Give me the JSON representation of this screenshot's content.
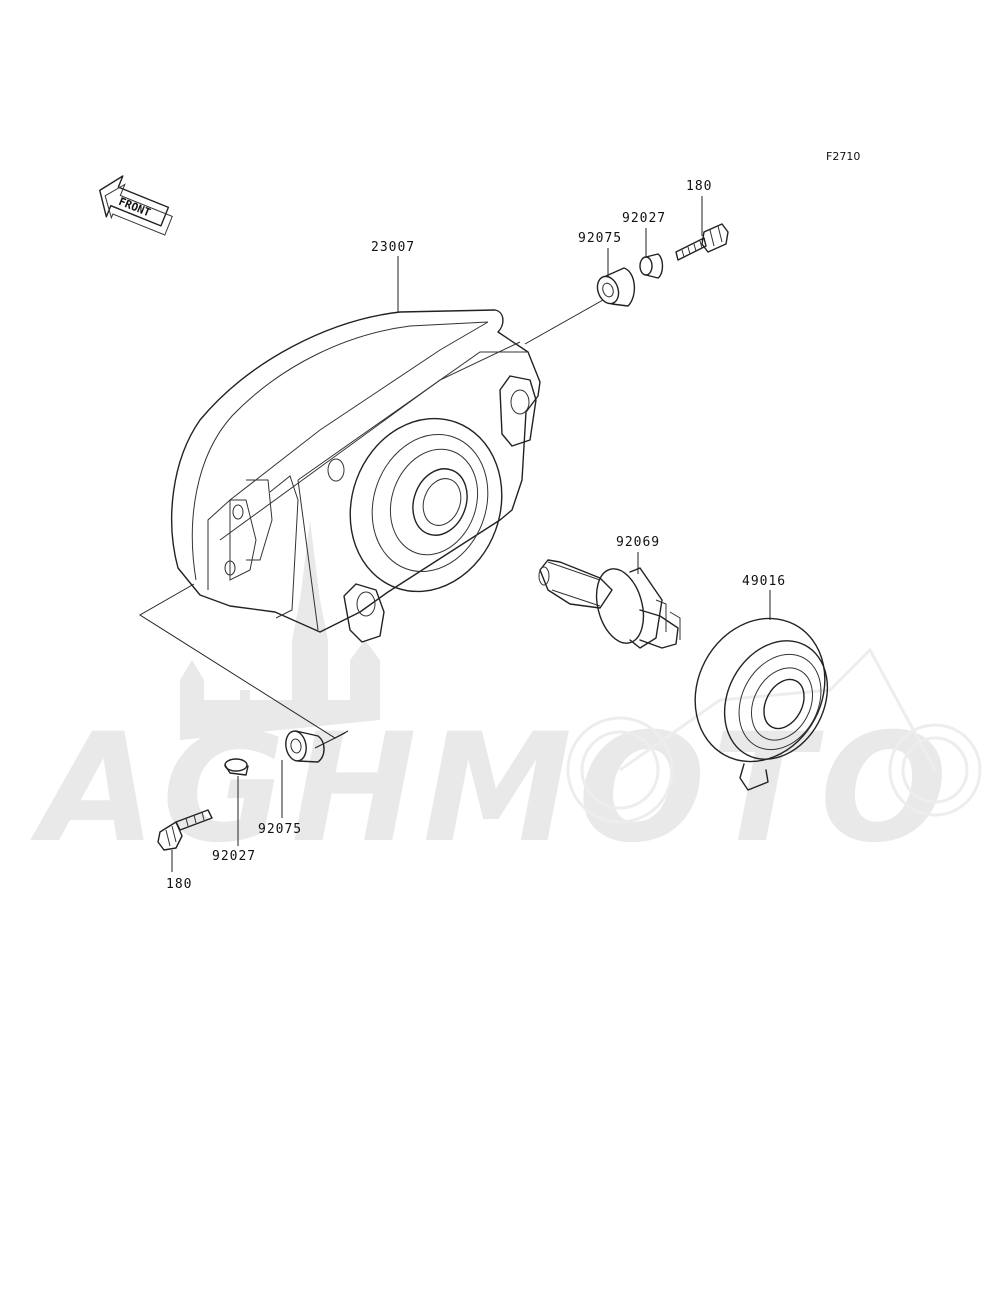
{
  "figure_code": "F2710",
  "front_label": "FRONT",
  "watermark_text": "AGHMOTO",
  "parts": [
    {
      "id": "23007",
      "name": "headlight-housing"
    },
    {
      "id": "92069",
      "name": "bulb"
    },
    {
      "id": "49016",
      "name": "headlight-socket-cover"
    },
    {
      "id": "92075",
      "name": "grommet"
    },
    {
      "id": "92027",
      "name": "collar"
    },
    {
      "id": "180",
      "name": "bolt"
    }
  ],
  "callouts": {
    "housing": "23007",
    "bulb": "92069",
    "cover": "49016",
    "grommet_top": "92075",
    "collar_top": "92027",
    "bolt_top": "180",
    "grommet_bottom": "92075",
    "collar_bottom": "92027",
    "bolt_bottom": "180"
  }
}
